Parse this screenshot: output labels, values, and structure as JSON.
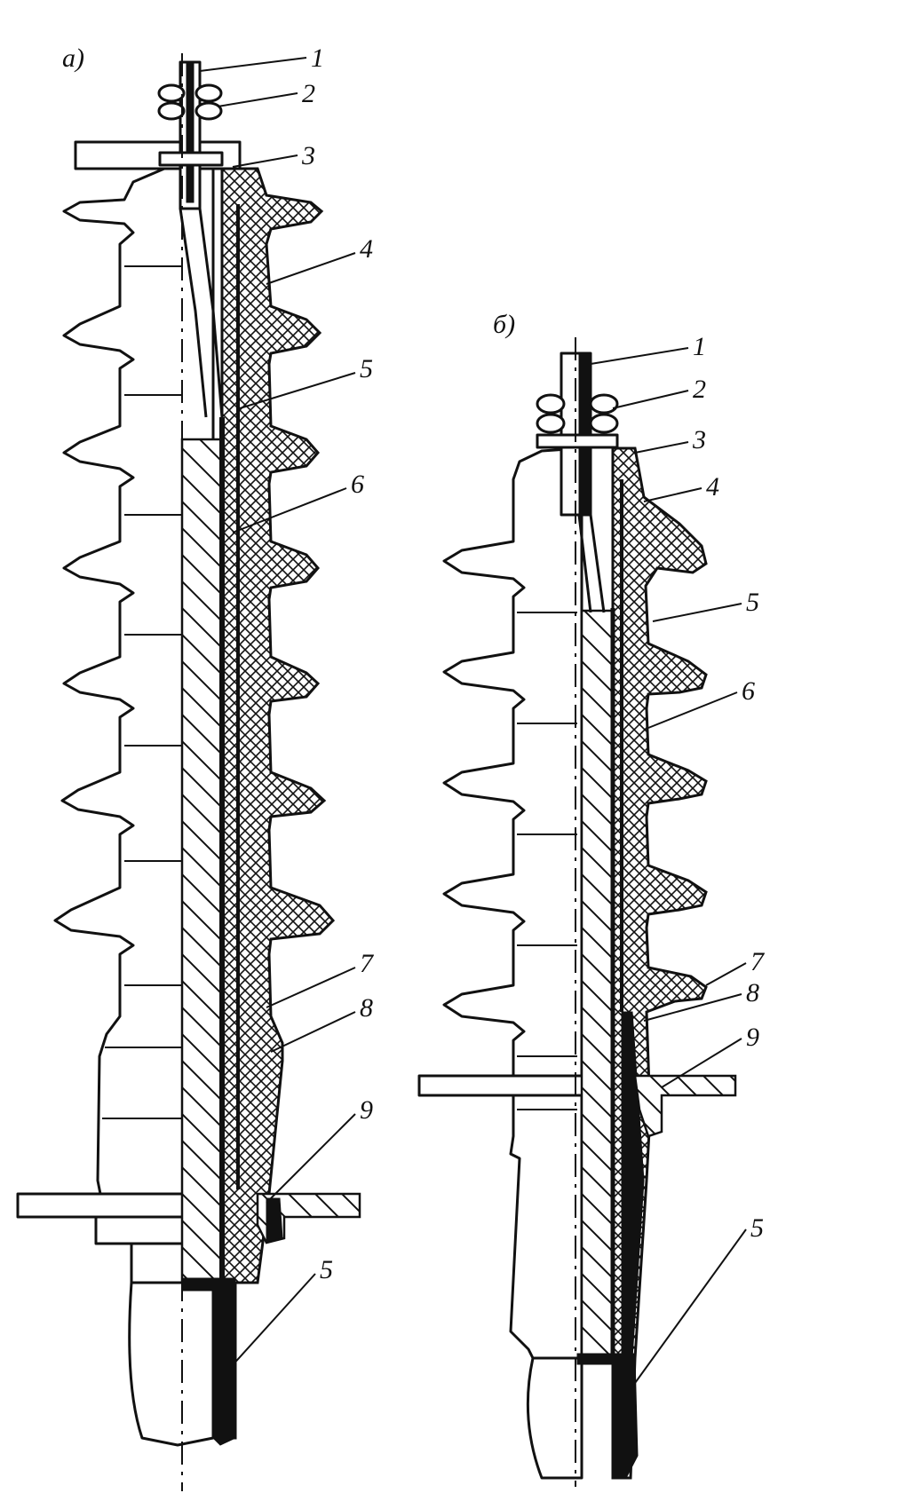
{
  "figure": {
    "panels": [
      {
        "id": "a",
        "label": "а)",
        "callouts": [
          "1",
          "2",
          "3",
          "4",
          "5",
          "6",
          "7",
          "8",
          "9",
          "5"
        ]
      },
      {
        "id": "b",
        "label": "б)",
        "callouts": [
          "1",
          "2",
          "3",
          "4",
          "5",
          "6",
          "7",
          "8",
          "9",
          "5"
        ]
      }
    ],
    "colors": {
      "ink": "#111111",
      "paper": "#ffffff"
    }
  }
}
